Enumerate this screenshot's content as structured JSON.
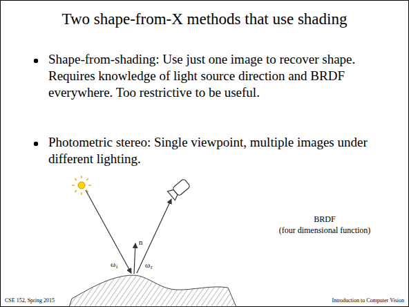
{
  "diagram": {
    "title": "Two shape-from-X methods that use shading",
    "labels": [
      "Shape-from-shading: Use just one image to recover shape. Requires knowledge of light source direction and BRDF everywhere. Too restrictive to be useful.",
      "Photometric stereo: Single viewpoint, multiple images under different lighting.",
      "BRDF",
      "(four dimensional function)",
      "n",
      "ω",
      "i",
      "ω",
      "r",
      "CSE 152, Spring 2015",
      "Introduction to Computer Vision"
    ]
  }
}
